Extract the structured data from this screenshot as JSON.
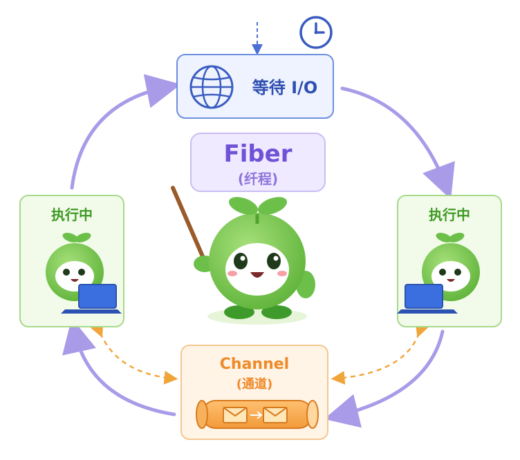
{
  "io_box": {
    "label": "等待 I/O",
    "icon": "globe-icon",
    "badge_icon": "clock-icon",
    "color": "#4a6fd6"
  },
  "fiber": {
    "title": "Fiber",
    "subtitle": "(纤程)",
    "color": "#7052d6"
  },
  "left_state": {
    "label": "执行中"
  },
  "right_state": {
    "label": "执行中"
  },
  "channel": {
    "title": "Channel",
    "subtitle": "(通道)",
    "color": "#ee8a2a"
  },
  "colors": {
    "cycle_arrow": "#a99be8",
    "dashed_arrow": "#f0a53a",
    "state_green": "#6cc04a",
    "state_text": "#3f9a24"
  }
}
